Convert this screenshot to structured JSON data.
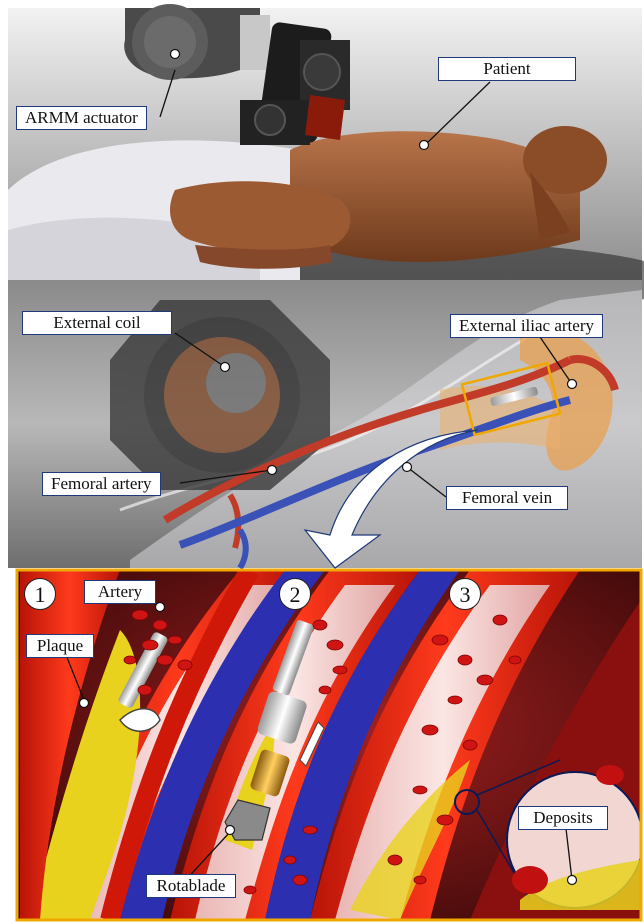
{
  "labels": {
    "arm": "ARMM actuator",
    "patient": "Patient",
    "coil": "External coil",
    "iliac": "External iliac artery",
    "femoral_artery": "Femoral artery",
    "femoral_vein": "Femoral vein",
    "artery": "Artery",
    "plaque": "Plaque",
    "rotablade": "Rotablade",
    "deposits": "Deposits"
  },
  "steps": [
    "1",
    "2",
    "3"
  ],
  "colors": {
    "label_border": "#1e3a7a",
    "inset_border": "#f0a800",
    "artery_wall": "#e8220f",
    "vein": "#2b2fb0",
    "plaque": "#e8d21e",
    "skin": "#9a5c34"
  }
}
